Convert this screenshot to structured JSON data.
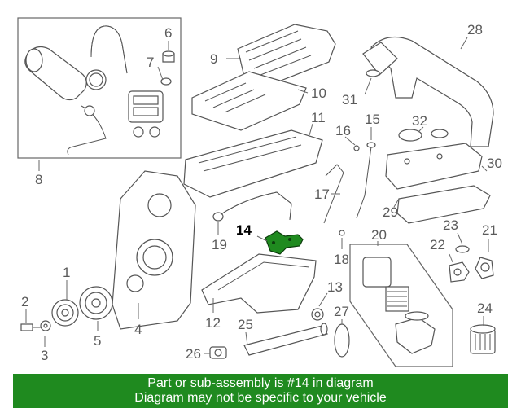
{
  "diagram": {
    "callouts": [
      "1",
      "2",
      "3",
      "4",
      "5",
      "6",
      "7",
      "8",
      "9",
      "10",
      "11",
      "12",
      "13",
      "14",
      "15",
      "16",
      "17",
      "18",
      "19",
      "20",
      "21",
      "22",
      "23",
      "24",
      "25",
      "26",
      "27",
      "28",
      "29",
      "30",
      "31",
      "32"
    ],
    "highlight": "14"
  },
  "banner": {
    "line1": "Part or sub-assembly is #14 in diagram",
    "line2": "Diagram may not be specific to your vehicle"
  },
  "colors": {
    "banner_bg": "#1f8a1f",
    "highlight_part": "#1f8a1f"
  }
}
